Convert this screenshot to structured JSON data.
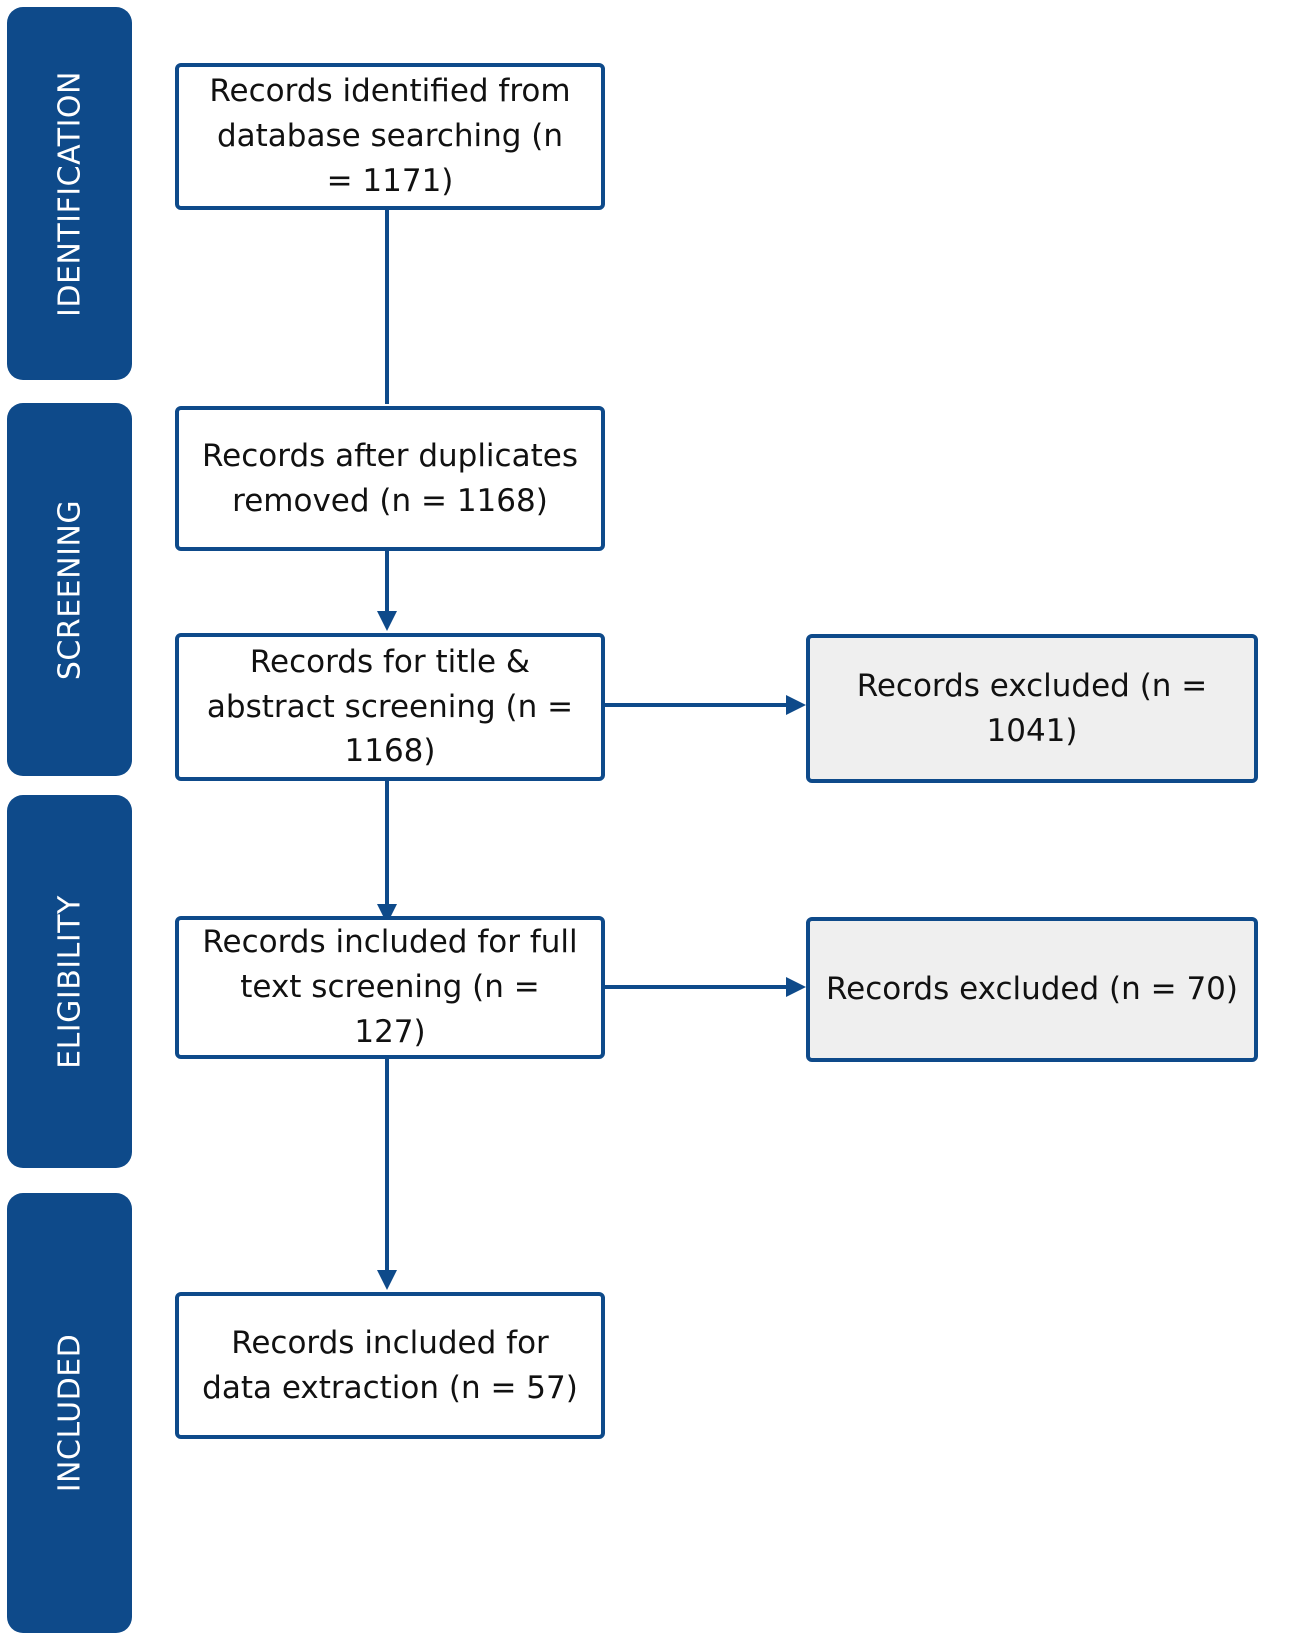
{
  "colors": {
    "accent": "#0e4a8a",
    "box_fill": "#ffffff",
    "excluded_fill": "#efefef",
    "text": "#111111",
    "stage_text": "#ffffff"
  },
  "stages": {
    "identification": "IDENTIFICATION",
    "screening": "SCREENING",
    "eligibility": "ELIGIBILITY",
    "included": "INCLUDED"
  },
  "boxes": {
    "identified": "Records identified from database searching (n = 1171)",
    "duplicates_removed": "Records after duplicates removed (n = 1168)",
    "title_abstract": "Records for title & abstract screening (n = 1168)",
    "excluded_title_abstract": "Records excluded (n = 1041)",
    "full_text": "Records included for full text screening (n = 127)",
    "excluded_full_text": "Records excluded (n = 70)",
    "data_extraction": "Records included for data extraction (n = 57)"
  }
}
